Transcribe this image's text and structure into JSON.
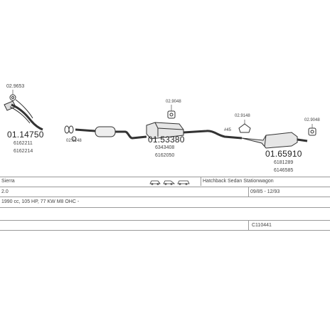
{
  "parts": {
    "p1_code": "02.9653",
    "p2_code": "01.14750",
    "p2_ref1": "6162211",
    "p2_ref2": "6162214",
    "p3_code": "02.9148",
    "p4_code": "02.9048",
    "p5_code": "01.53380",
    "p5_ref1": "6343408",
    "p5_ref2": "6162050",
    "p6_code": "#45",
    "p7_code": "02.9148",
    "p8_code": "02.9048",
    "p9_code": "01.65910",
    "p9_ref1": "6181289",
    "p9_ref2": "6146585"
  },
  "vehicle": {
    "model": "Sierra",
    "body_types": "Hatchback Sedan Stationwagon",
    "engine": "2.0",
    "years": "09/85 - 12/93",
    "details": "1990 cc, 105 HP, 77 KW M8 OHC -",
    "code": "C110441"
  }
}
